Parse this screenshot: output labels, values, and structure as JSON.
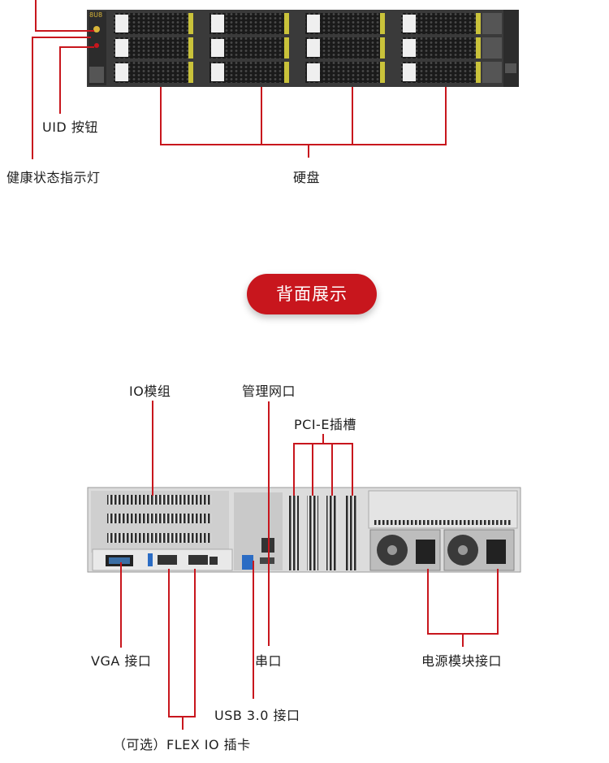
{
  "front": {
    "labels": {
      "uid_button": "UID 按钮",
      "health_led": "健康状态指示灯",
      "hard_disk": "硬盘"
    },
    "panel_id_text": "8U8"
  },
  "back": {
    "section_title": "背面展示",
    "labels": {
      "io_module": "IO模组",
      "mgmt_port": "管理网口",
      "pcie_slots": "PCI-E插槽",
      "vga_port": "VGA 接口",
      "serial_port": "串口",
      "usb_port": "USB 3.0 接口",
      "power_module": "电源模块接口",
      "flex_io_card": "（可选）FLEX IO 插卡"
    }
  },
  "colors": {
    "accent": "#c8161d",
    "callout_line": "#c8161d",
    "chassis": "#d9d9d9",
    "dark_grille": "#2a2a2a"
  }
}
